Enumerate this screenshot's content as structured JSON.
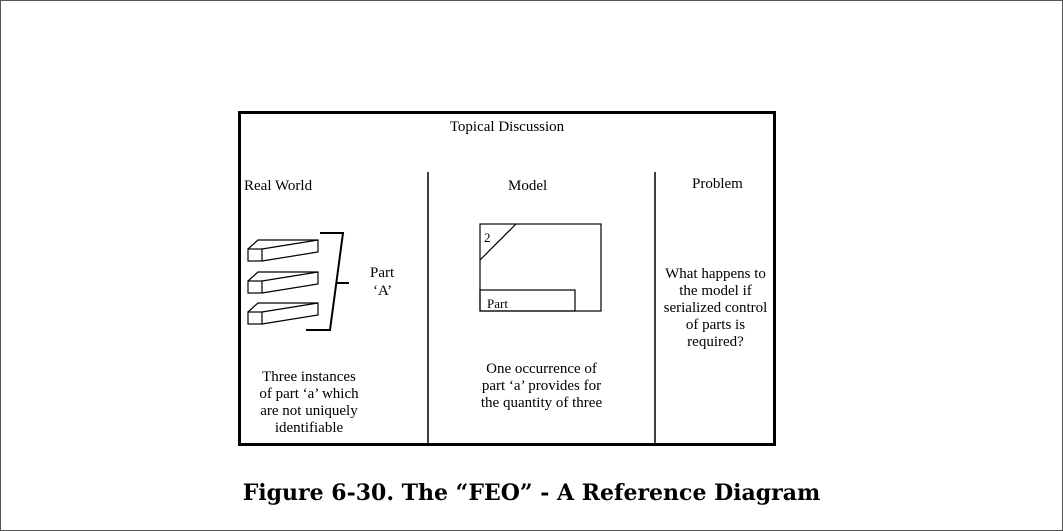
{
  "title": "Topical Discussion",
  "columns": {
    "real_world": {
      "heading": "Real World",
      "bracket_label_line1": "Part",
      "bracket_label_line2": "‘A’",
      "description": [
        "Three instances",
        "of part ‘a’ which",
        "are not uniquely",
        "identifiable"
      ]
    },
    "model": {
      "heading": "Model",
      "corner_number": "2",
      "box_label": "Part",
      "description": [
        "One occurrence of",
        "part ‘a’ provides for",
        "the quantity of three"
      ]
    },
    "problem": {
      "heading": "Problem",
      "description": [
        "What happens to",
        "the model if",
        "serialized control",
        "of parts is",
        "required?"
      ]
    }
  },
  "caption": "Figure 6-30.  The “FEO” - A Reference Diagram"
}
